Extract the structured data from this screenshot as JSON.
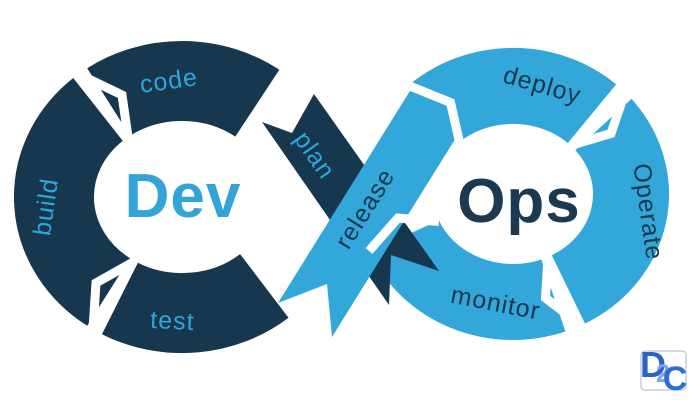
{
  "labels": {
    "dev": "Dev",
    "ops": "Ops",
    "build": "build",
    "code": "code",
    "test": "test",
    "plan": "plan",
    "release": "release",
    "deploy": "deploy",
    "operate": "Operate",
    "monitor": "monitor"
  },
  "logo": {
    "part_d": "D",
    "part_2": "2",
    "part_c": "C"
  },
  "colors": {
    "dev_loop": "#17374e",
    "ops_loop": "#33a7da",
    "label_on_dark_loop": "#2da6db",
    "label_on_light_loop": "#17374e",
    "dev_text": "#33a3d8",
    "ops_text": "#1b3950",
    "logo_d": "#2b62c5",
    "logo_2": "#7aa6e6",
    "logo_c": "#2b6fd3",
    "logo_bracket": "#c3cede",
    "background": "#ffffff"
  }
}
